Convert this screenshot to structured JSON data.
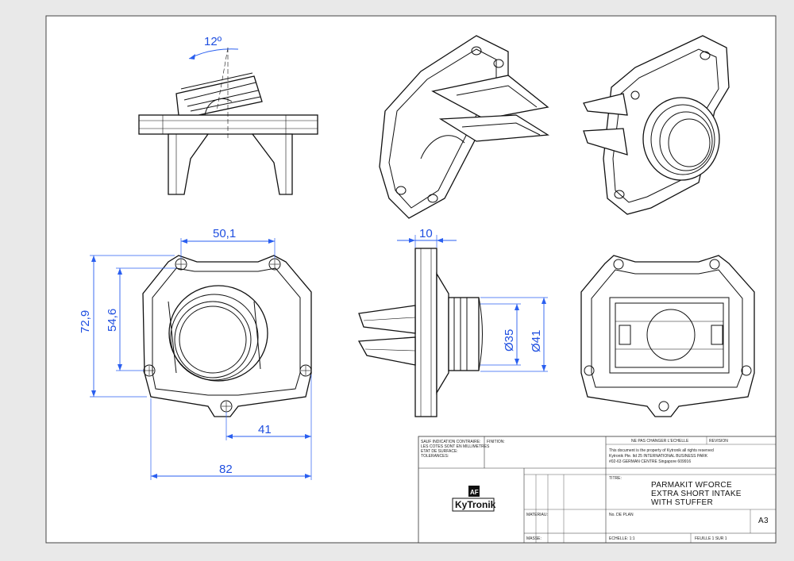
{
  "dimensions": {
    "angle": "12º",
    "width_between_holes": "50,1",
    "flange_thickness": "10",
    "total_height": "72,9",
    "hole_height": "54,6",
    "inner_diameter": "Ø35",
    "outer_diameter": "Ø41",
    "offset": "41",
    "total_width": "82"
  },
  "title_block": {
    "ownership_note_1": "This document is the property of Kytronik all rights reserved",
    "ownership_note_2": "Kytronik Pte. ltd 25 INTERNATIONAL BUSINESS PARK",
    "ownership_note_3": "#02-63 GERMAN CENTRE Singapore 609916",
    "title_line_1": "PARMAKIT WFORCE",
    "title_line_2": "EXTRA SHORT INTAKE",
    "title_line_3": "WITH STUFFER",
    "sheet_size": "A3",
    "logo_text": "KyTronik",
    "logo_mark": "AF",
    "label_scale": "ECHELLE: 1:1",
    "label_sheet": "FEUILLE 1 SUR 1",
    "label_drawing_no": "No. DE PLAN",
    "label_title": "TITRE:",
    "label_revision": "REVISION",
    "label_no_edit": "NE PAS CHANGER L'ECHELLE",
    "label_weight": "MASSE:",
    "label_material": "MATERIAU:",
    "label_units_1": "SAUF INDICATION CONTRAIRE:",
    "label_units_2": "LES COTES SONT EN MILLIMETRES",
    "label_units_3": "ETAT DE SURFACE:",
    "label_units_4": "TOLERANCES:",
    "label_finish": "FINITION:"
  }
}
